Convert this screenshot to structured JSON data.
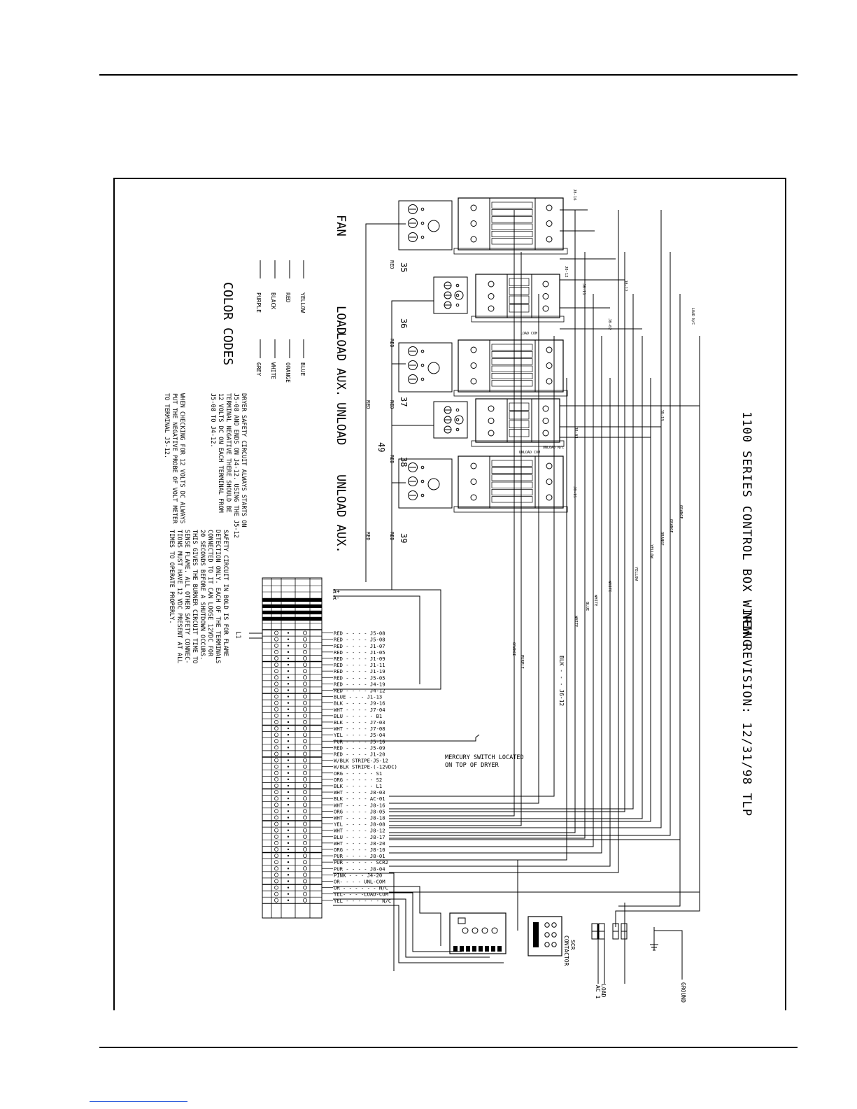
{
  "page": {
    "title": "1100 SERIES CONTROL BOX WIRING",
    "revision": "NEW REVISION: 12/31/98 TLP"
  },
  "components": [
    {
      "label": "FAN",
      "number": "35",
      "wire": "RED"
    },
    {
      "label": "LOAD",
      "number": "36",
      "wire": "RED"
    },
    {
      "label": "LOAD AUX.",
      "number": "37",
      "wire": "RED"
    },
    {
      "label": "UNLOAD",
      "number": "38",
      "wire": "RED"
    },
    {
      "label": "UNLOAD AUX.",
      "number": "39",
      "wire": "RED"
    }
  ],
  "extra_labels": {
    "n49": "49",
    "load_nc": "LOAD N/C",
    "load_com": "LOAD COM",
    "unload_nc": "UNLOAD N/C",
    "unload_com": "UNLOAD COM",
    "blk_j6_12": "BLK - - - J6-12",
    "mercury_1": "MERCURY SWITCH LOCATED",
    "mercury_2": "ON TOP OF DRYER",
    "scr_1": "SCR",
    "scr_2": "CONTACTOR",
    "load_1": "LOAD",
    "load_2": "AC 1",
    "ground": "GROUND",
    "a_plus": "A+",
    "a_minus": "A-",
    "l1": "L1"
  },
  "color_codes": {
    "title": "COLOR CODES",
    "left": [
      "YELLOW",
      "RED",
      "BLACK",
      "PURPLE"
    ],
    "right": [
      "BLUE",
      "ORANGE",
      "WHITE",
      "GREY"
    ]
  },
  "notes": {
    "safety_1": [
      "DRYER SAFETY CIRCUIT ALWAYS STARTS ON",
      "J5-08 AND ENDS ON J4-12. USING THE J5-12",
      "TERMINAL NEGATIVE THERE SHOULD BE",
      "12 VOLTS DC ON EACH TERMINAL FROM",
      "J5-08 TO J4-12."
    ],
    "safety_2": [
      "WHEN CHECKING FOR 12 VOLTS DC ALWAYS",
      "PUT THE NEGATIVE PROBE OF VOLT METER",
      "TO TERMINAL J5-12."
    ],
    "safety_3": [
      "SAFETY CIRCUIT IN BOLD IS FOR FLAME",
      "DETECTION ONLY. EACH OF THE TERMINALS",
      "CONNECTED TO IT CAN LOOSE 12VDC FOR",
      "20 SECONDS BEFORE A SHUTDOWN OCCURS.",
      "THIS GIVES THE BURNER CIRCUIT TIME TO",
      "SENSE FLAME. ALL OTHER SAFETY CONNEC-",
      "TIONS MUST HAVE 12 VDC PRESENT AT ALL",
      "TIMES TO OPERATE PROPERLY."
    ]
  },
  "terminals": [
    "RED - - - - J5-08",
    "RED - - - - J5-08",
    "RED - - - - J1-07",
    "RED - - - - J1-05",
    "RED - - - - J1-09",
    "RED - - - - J1-11",
    "RED - - - - J1-19",
    "RED - - - - J5-05",
    "RED - - - - J4-19",
    "RED - - - - J4-12",
    "BLUE - - - J1-13",
    "BLK - - - - J9-16",
    "WHT - - - - J7-04",
    "BLU - - - - - B1",
    "BLK - - - - J7-03",
    "WHT - - - - J7-08",
    "YEL - - - - J5-04",
    "PUR - - - - J5-16",
    "RED - - - - J5-09",
    "RED - - - - J1-20",
    "W/BLK STRIPE-J5-12",
    "W/BLK STRIPE-(-12VDC)",
    "ORG - - - - - S1",
    "ORG - - - - - S2",
    "BLK - - - - - L1",
    "WHT - - - - J8-03",
    "BLK - - - - AC-01",
    "WHT - - - - J8-16",
    "ORG - - - - J8-05",
    "WHT - - - - J8-18",
    "YEL - - - - J8-08",
    "WHT - - - - J8-12",
    "BLU - - - - J8-17",
    "WHT - - - - J8-20",
    "ORG - - - - J8-10",
    "PUR - - - - J8-01",
    "PUR - - - - - SCR2",
    "PUR - - - - J8-04",
    "PINK - - - J4-20",
    "OR- - - - UNL-COM",
    "OR - - - - - - N/C",
    "YEL- - - -LOAD-COM",
    "YEL - - - - - - N/C"
  ],
  "riser_labels": [
    {
      "text": "ORANGE"
    },
    {
      "text": "PURPLE"
    },
    {
      "text": "WHITE"
    },
    {
      "text": "BLUE"
    },
    {
      "text": "WHITE"
    },
    {
      "text": "WHITE"
    },
    {
      "text": "YELLOW"
    },
    {
      "text": "YELLOW"
    },
    {
      "text": "ORANGE"
    },
    {
      "text": "ORANGE"
    },
    {
      "text": "ORANGE"
    },
    {
      "text": "J8-16"
    },
    {
      "text": "J8-12"
    },
    {
      "text": "J8-12"
    },
    {
      "text": "J8-11"
    },
    {
      "text": "J8-02"
    },
    {
      "text": "J8-19"
    },
    {
      "text": "J8-15"
    },
    {
      "text": "J8-03"
    }
  ]
}
